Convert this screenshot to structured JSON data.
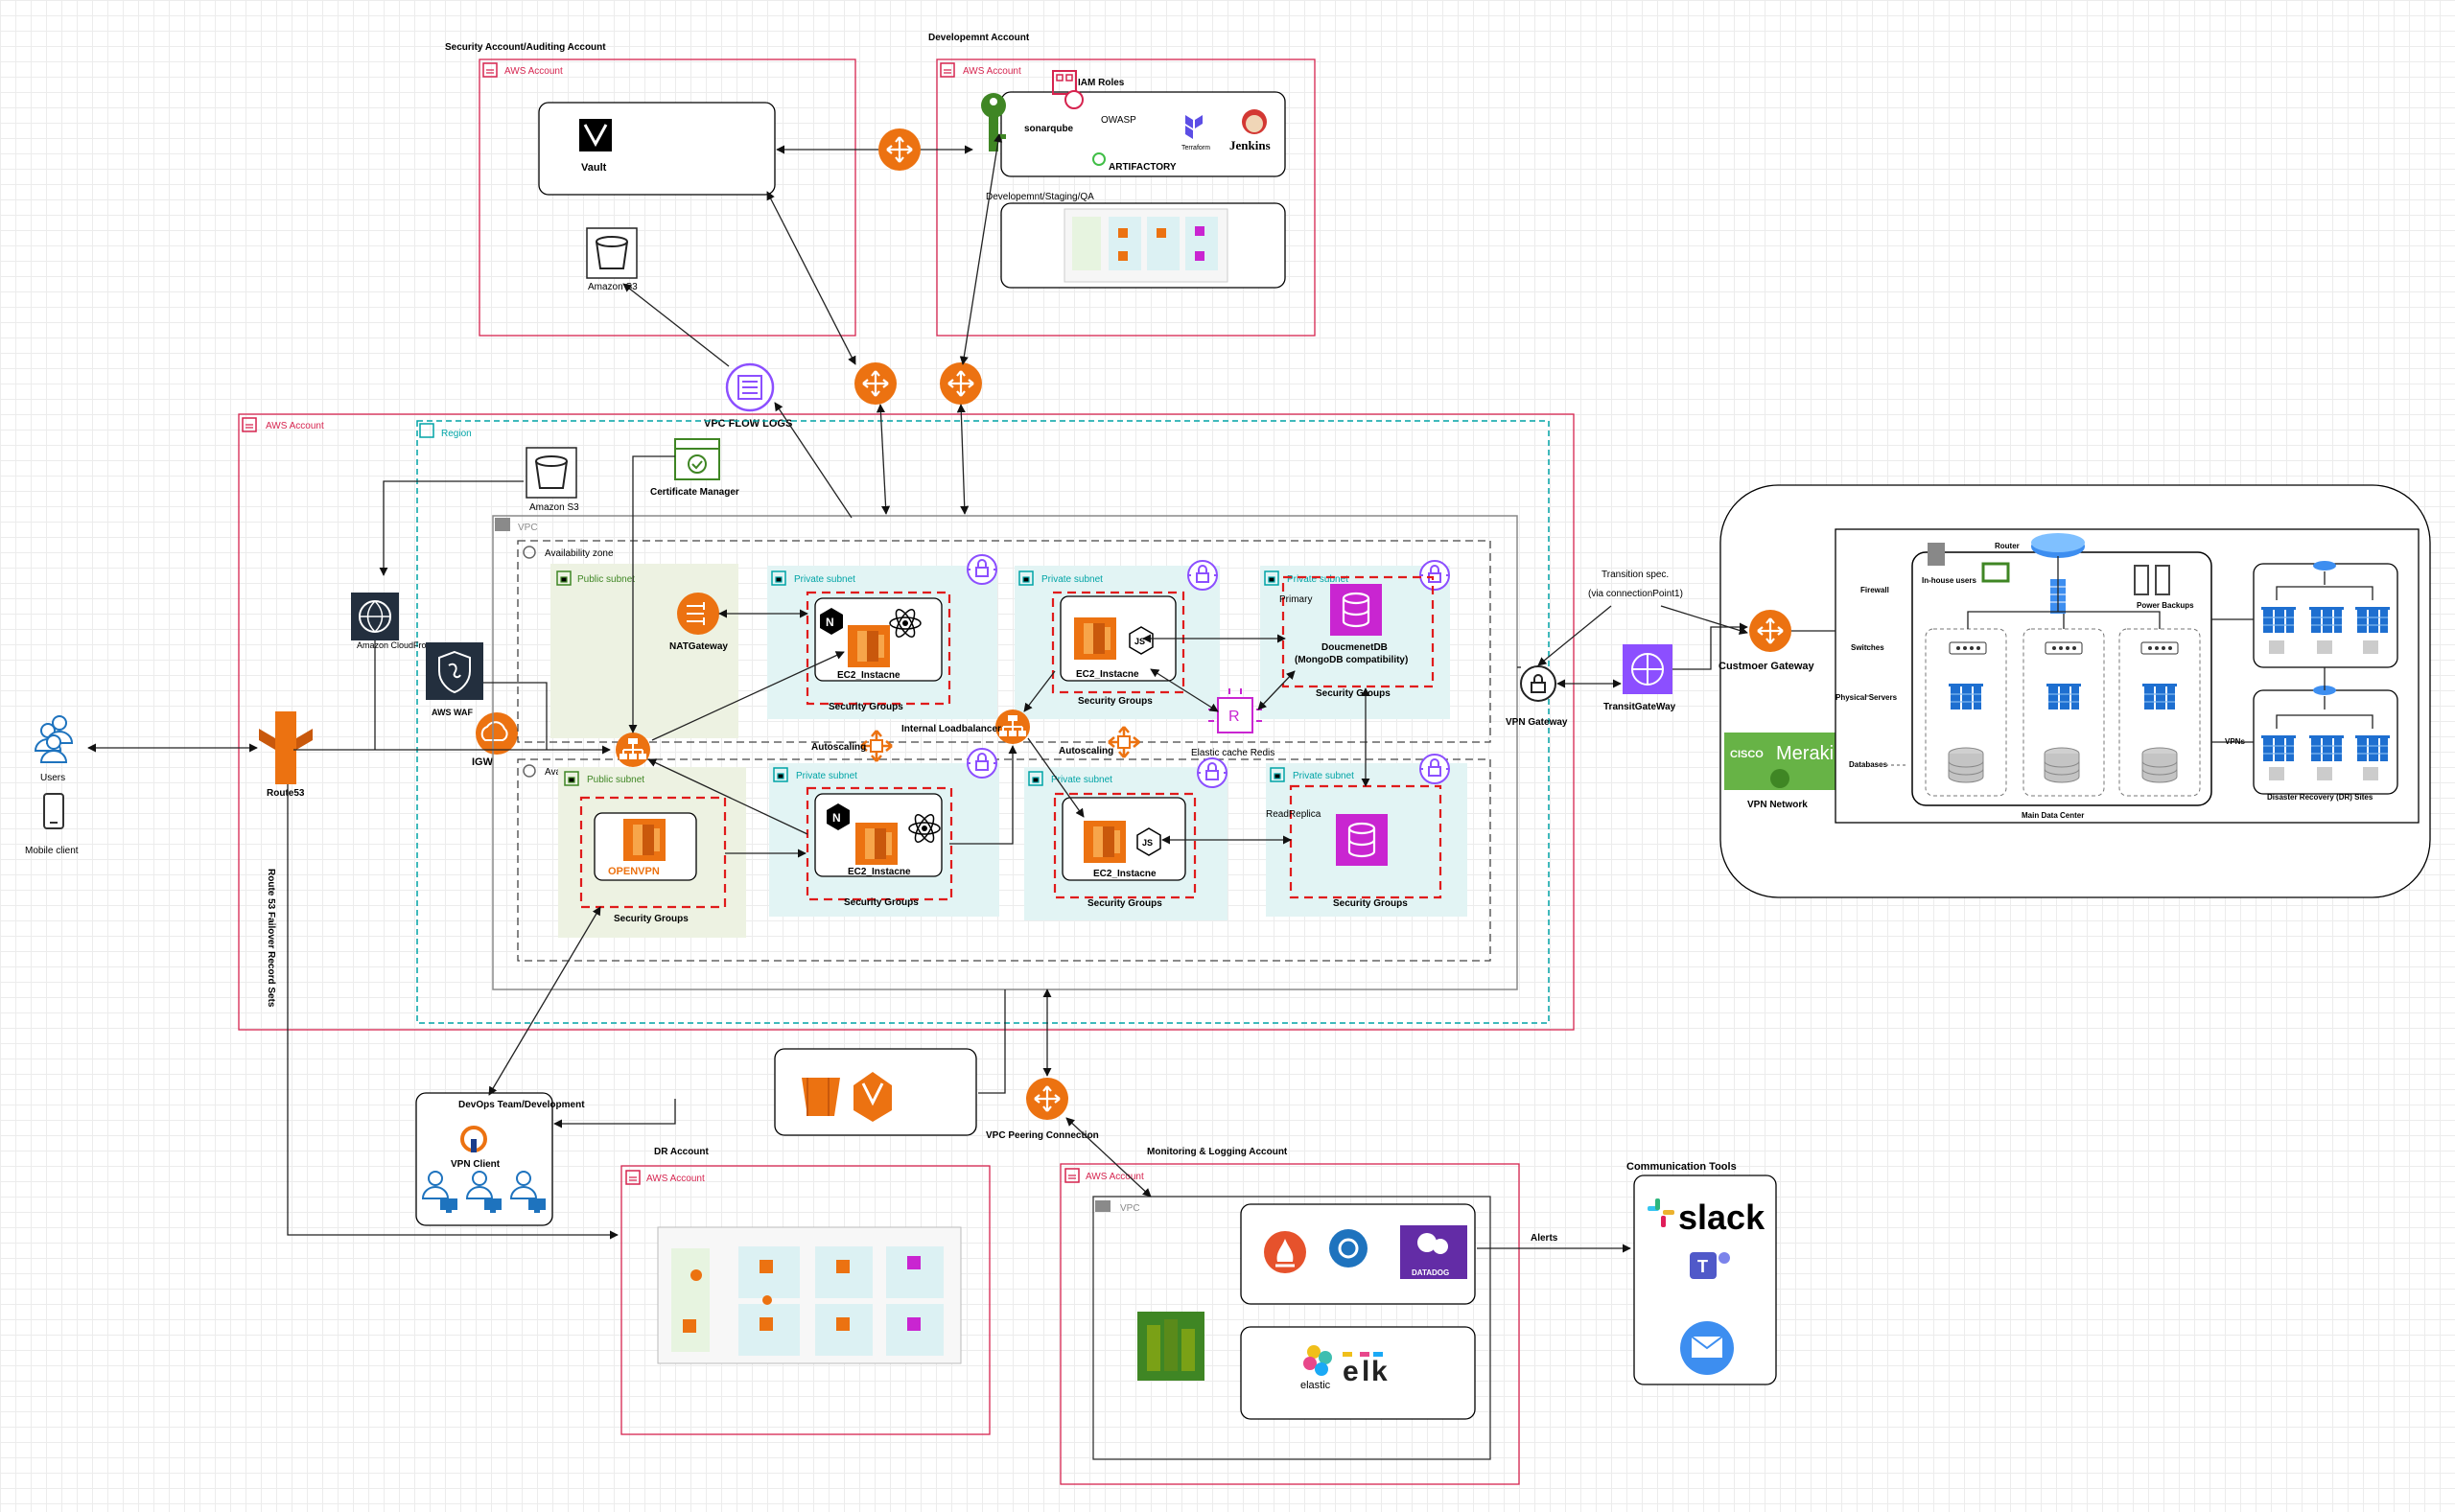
{
  "accounts": {
    "security_title": "Security Account/Auditing  Account",
    "dev_title": "Developemnt Account",
    "aws_account": "AWS Account",
    "dr_title": "DR Account",
    "monitoring_title": "Monitoring & Logging Account"
  },
  "security": {
    "vault": "Vault",
    "s3": "Amazon S3"
  },
  "dev": {
    "iam": "IAM Roles",
    "sonarqube": "sonarqube",
    "owasp": "OWASP",
    "terraform": "Terraform",
    "jenkins": "Jenkins",
    "artifactory": "ARTIFACTORY",
    "stages": "Developemnt/Staging/QA"
  },
  "main": {
    "region": "Region",
    "vpc": "VPC",
    "az": "Availability zone",
    "az2": "Avai",
    "public_subnet": "Public subnet",
    "private_subnet": "Private subnet",
    "vpc_flow_logs": "VPC FLOW LOGS",
    "s3": "Amazon S3",
    "cert_manager": "Certificate Manager",
    "cloudfront": "Amazon CloudFront",
    "waf": "AWS WAF",
    "igw": "IGW",
    "natgw": "NATGateway",
    "ec2": "EC2_Instacne",
    "sg": "Security Groups",
    "ilb": "Internal Loadbalancer",
    "autoscaling": "Autoscaling",
    "redis": "Elastic cache Redis",
    "docdb": "DoucmenetDB",
    "docdb_sub": "(MongoDB compatibility)",
    "primary": "Primary",
    "read_replica": "ReadReplica",
    "openvpn": "OPENVPN"
  },
  "left": {
    "users": "Users",
    "mobile": "Mobile client",
    "route53": "Route53",
    "failover": "Route 53 Failover Record Sets"
  },
  "devops": {
    "title": "DevOps Team/Development",
    "client": "VPN Client"
  },
  "peering": "VPC Peering Connection",
  "vpn": {
    "gateway": "VPN Gateway",
    "transit": "TransitGateWay",
    "transition": "Transition  spec.",
    "via": "(via connectionPoint1)",
    "customer_gw": "Custmoer Gateway",
    "network": "VPN Network",
    "cisco": "CISCO",
    "meraki": "Meraki"
  },
  "datacenter": {
    "router": "Router",
    "inhouse": "In-house users",
    "firewall": "Firewall",
    "switches": "Switches",
    "servers": "Physical Servers",
    "databases": "Databases",
    "power": "Power Backups",
    "vpns": "VPNs",
    "main": "Main Data Center",
    "dr": "Disaster Recovery (DR) Sites"
  },
  "monitoring": {
    "datadog": "DATADOG",
    "elastic": "elastic"
  },
  "comms": {
    "title": "Communication Tools",
    "slack": "slack",
    "alerts": "Alerts"
  }
}
